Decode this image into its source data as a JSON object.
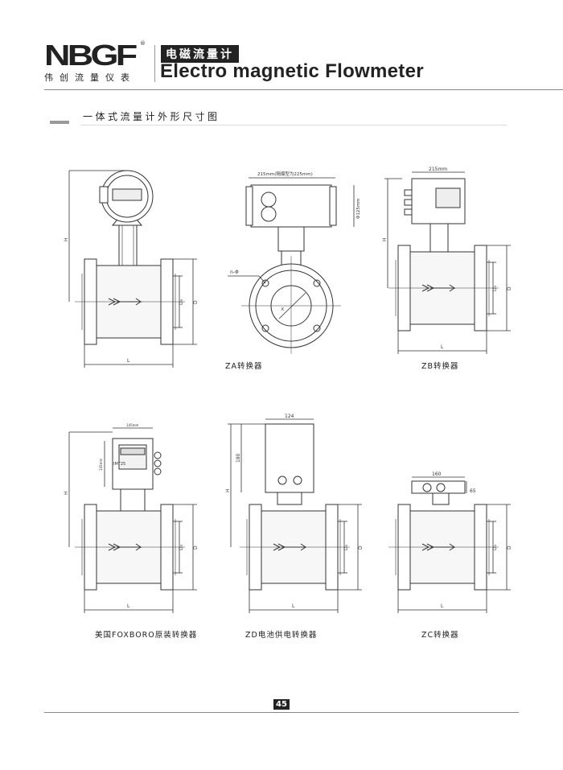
{
  "header": {
    "logo_text": "NBGF",
    "logo_cn": "伟创流量仪表",
    "registered": "®",
    "cn_title": "电磁流量计",
    "en_title": "Electro magnetic Flowmeter"
  },
  "section": {
    "title": "一体式流量计外形尺寸图"
  },
  "diagrams": {
    "za": {
      "caption": "ZA转换器",
      "width_label": "215mm(隔爆型为225mm)",
      "height_label": "Φ125mm",
      "hole_label": "n-Φ",
      "k_label": "K",
      "H": "H",
      "D": "D",
      "D0": "D₀",
      "L": "L"
    },
    "zb": {
      "caption": "ZB转换器",
      "width_label": "215mm",
      "H": "H",
      "D": "D",
      "D0": "D₀",
      "L": "L"
    },
    "zc": {
      "caption": "ZC转换器",
      "width_label": "160",
      "height_label": "65",
      "D": "D",
      "D0": "D₀",
      "L": "L"
    },
    "zd": {
      "caption": "ZD电池供电转换器",
      "width_label": "124",
      "height_label": "180",
      "H": "H",
      "D": "D",
      "D0": "D₀",
      "L": "L"
    },
    "foxboro": {
      "caption": "美国FOXBORO原装转换器",
      "width_label": "145mm",
      "height_label": "145mm",
      "display_label": "IMT25",
      "H": "H",
      "D": "D",
      "D0": "D₀",
      "L": "L"
    }
  },
  "footer": {
    "page_number": "45"
  }
}
